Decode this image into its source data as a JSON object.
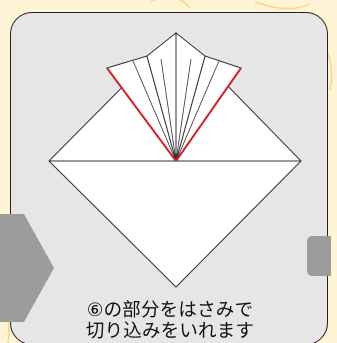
{
  "caption": {
    "line1": "⑥の部分をはさみで",
    "line2": "切り込みをいれます"
  },
  "colors": {
    "background": "#fff5d6",
    "card": "#e6e6e6",
    "paper": "#ffffff",
    "cut_line": "#d4202a",
    "nav_button": "#9c9c9c"
  },
  "icons": {
    "prev": "previous-step-arrow",
    "next": "next-step-button"
  }
}
